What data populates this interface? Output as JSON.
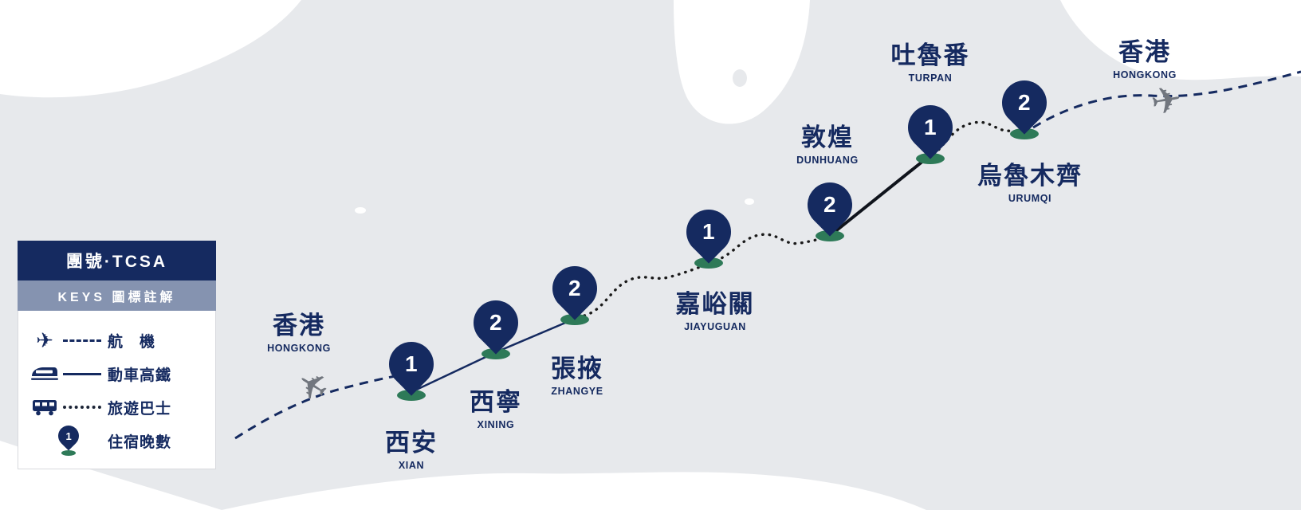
{
  "colors": {
    "navy": "#152a60",
    "pin_base_green": "#2e7a58",
    "map_background": "#e7e9ec",
    "map_landless": "#ffffff",
    "legend_subheader": "#8593b0",
    "bus_dotted_line": "#1a1a1a",
    "plane_gray": "#71767e"
  },
  "legend": {
    "tour_code": "團號·TCSA",
    "keys_title": "KEYS 圖標註解",
    "items": [
      {
        "icon": "plane-icon",
        "line_style": "dashed",
        "label": "航機",
        "label_spread": "航　機"
      },
      {
        "icon": "train-icon",
        "line_style": "solid",
        "label": "動車高鐵"
      },
      {
        "icon": "bus-icon",
        "line_style": "dotted",
        "label": "旅遊巴士"
      },
      {
        "icon": "nights-pin-icon",
        "pin_number": "1",
        "label": "住宿晚數"
      }
    ]
  },
  "stops": [
    {
      "id": "hongkong-depart",
      "name_zh": "香港",
      "name_en": "HONGKONG"
    },
    {
      "id": "xian",
      "name_zh": "西安",
      "name_en": "XIAN",
      "nights": "1"
    },
    {
      "id": "xining",
      "name_zh": "西寧",
      "name_en": "XINING",
      "nights": "2"
    },
    {
      "id": "zhangye",
      "name_zh": "張掖",
      "name_en": "ZHANGYE",
      "nights": "2"
    },
    {
      "id": "jiayuguan",
      "name_zh": "嘉峪關",
      "name_en": "JIAYUGUAN",
      "nights": "1"
    },
    {
      "id": "dunhuang",
      "name_zh": "敦煌",
      "name_en": "DUNHUANG",
      "nights": "2"
    },
    {
      "id": "turpan",
      "name_zh": "吐魯番",
      "name_en": "TURPAN",
      "nights": "1"
    },
    {
      "id": "urumqi",
      "name_zh": "烏魯木齊",
      "name_en": "URUMQI",
      "nights": "2"
    },
    {
      "id": "hongkong-return",
      "name_zh": "香港",
      "name_en": "HONGKONG"
    }
  ],
  "routes": [
    {
      "from": "hongkong",
      "to": "xian",
      "mode": "flight",
      "style": "dashed"
    },
    {
      "from": "xian",
      "to": "xining",
      "mode": "rail",
      "style": "solid"
    },
    {
      "from": "xining",
      "to": "zhangye",
      "mode": "rail",
      "style": "solid"
    },
    {
      "from": "zhangye",
      "to": "jiayuguan",
      "mode": "bus",
      "style": "dotted"
    },
    {
      "from": "jiayuguan",
      "to": "dunhuang",
      "mode": "bus",
      "style": "dotted"
    },
    {
      "from": "dunhuang",
      "to": "turpan",
      "mode": "rail",
      "style": "solid"
    },
    {
      "from": "turpan",
      "to": "urumqi",
      "mode": "bus",
      "style": "dotted"
    },
    {
      "from": "urumqi",
      "to": "hongkong",
      "mode": "flight",
      "style": "dashed"
    }
  ]
}
